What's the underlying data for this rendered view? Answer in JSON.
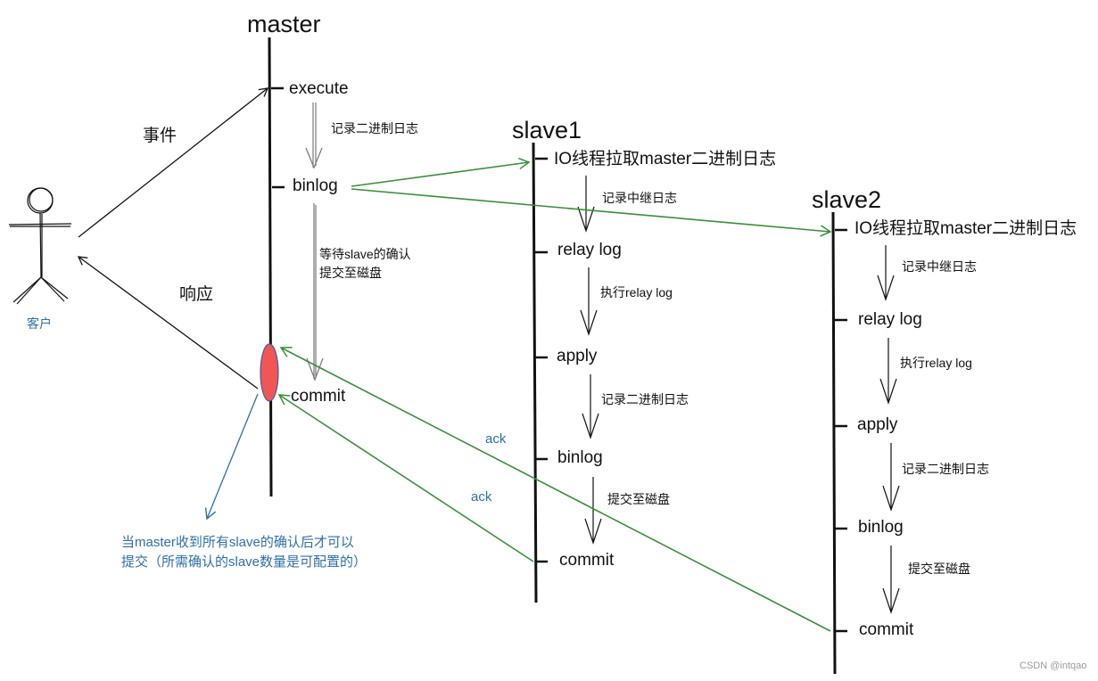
{
  "lanes": {
    "master": {
      "title": "master",
      "steps": [
        "execute",
        "binlog",
        "commit"
      ],
      "notes": [
        "记录二进制日志",
        "等待slave的确认",
        "提交至磁盘"
      ]
    },
    "slave1": {
      "title": "slave1",
      "steps": [
        "IO线程拉取master二进制日志",
        "relay log",
        "apply",
        "binlog",
        "commit"
      ],
      "notes": [
        "记录中继日志",
        "执行relay log",
        "记录二进制日志",
        "提交至磁盘"
      ]
    },
    "slave2": {
      "title": "slave2",
      "steps": [
        "IO线程拉取master二进制日志",
        "relay log",
        "apply",
        "binlog",
        "commit"
      ],
      "notes": [
        "记录中继日志",
        "执行relay log",
        "记录二进制日志",
        "提交至磁盘"
      ]
    }
  },
  "client": {
    "label": "客户",
    "event_label": "事件",
    "response_label": "响应"
  },
  "ack_labels": [
    "ack",
    "ack"
  ],
  "annotation": {
    "line1": "当master收到所有slave的确认后才可以",
    "line2": "提交（所需确认的slave数量是可配置的）"
  },
  "watermark": "CSDN @intqao",
  "colors": {
    "ink": "#111111",
    "green_arrow": "#3a8f3a",
    "blue_text": "#2f6fa8",
    "commit_marker": "#f25555"
  }
}
